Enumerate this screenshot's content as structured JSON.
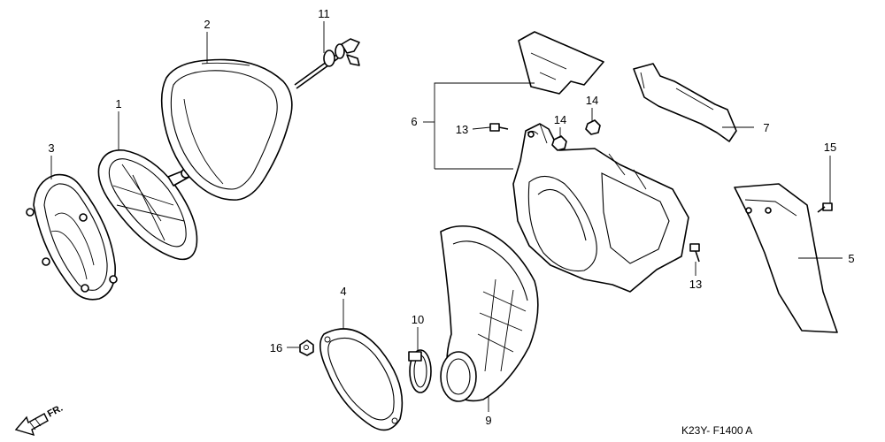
{
  "callouts": {
    "c1": "1",
    "c2": "2",
    "c3": "3",
    "c4": "4",
    "c5": "5",
    "c6": "6",
    "c7": "7",
    "c9": "9",
    "c10": "10",
    "c11": "11",
    "c13a": "13",
    "c13b": "13",
    "c14a": "14",
    "c14b": "14",
    "c15": "15",
    "c16": "16"
  },
  "front_marker": "FR.",
  "diagram_code": "K23Y- F1400 A",
  "icons": [
    "front-arrow-icon"
  ]
}
